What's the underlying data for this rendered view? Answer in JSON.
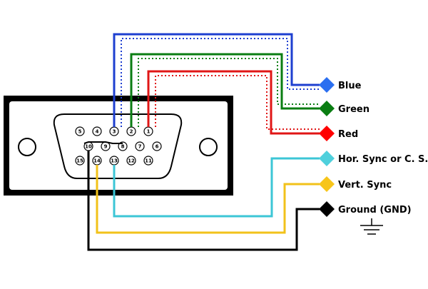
{
  "diagram": {
    "connector": {
      "pins_top_row": [
        "5",
        "4",
        "3",
        "2",
        "1"
      ],
      "pins_middle_row": [
        "10",
        "9",
        "8",
        "7",
        "6"
      ],
      "pins_bottom_row": [
        "15",
        "14",
        "13",
        "12",
        "11"
      ]
    },
    "signals": [
      {
        "id": "blue",
        "label": "Blue",
        "color": "#1e3fd0",
        "marker": "#2a6ff0"
      },
      {
        "id": "green",
        "label": "Green",
        "color": "#0a7d12",
        "marker": "#0a7d12"
      },
      {
        "id": "red",
        "label": "Red",
        "color": "#e01616",
        "marker": "#ff0000"
      },
      {
        "id": "hsync",
        "label": "Hor. Sync or C. S.",
        "color": "#3cc6d6",
        "marker": "#4fd0dc"
      },
      {
        "id": "vsync",
        "label": "Vert. Sync",
        "color": "#f2c21a",
        "marker": "#f7c51a"
      },
      {
        "id": "ground",
        "label": "Ground (GND)",
        "color": "#000000",
        "marker": "#000000"
      }
    ],
    "ground_symbol": "ground-symbol"
  }
}
